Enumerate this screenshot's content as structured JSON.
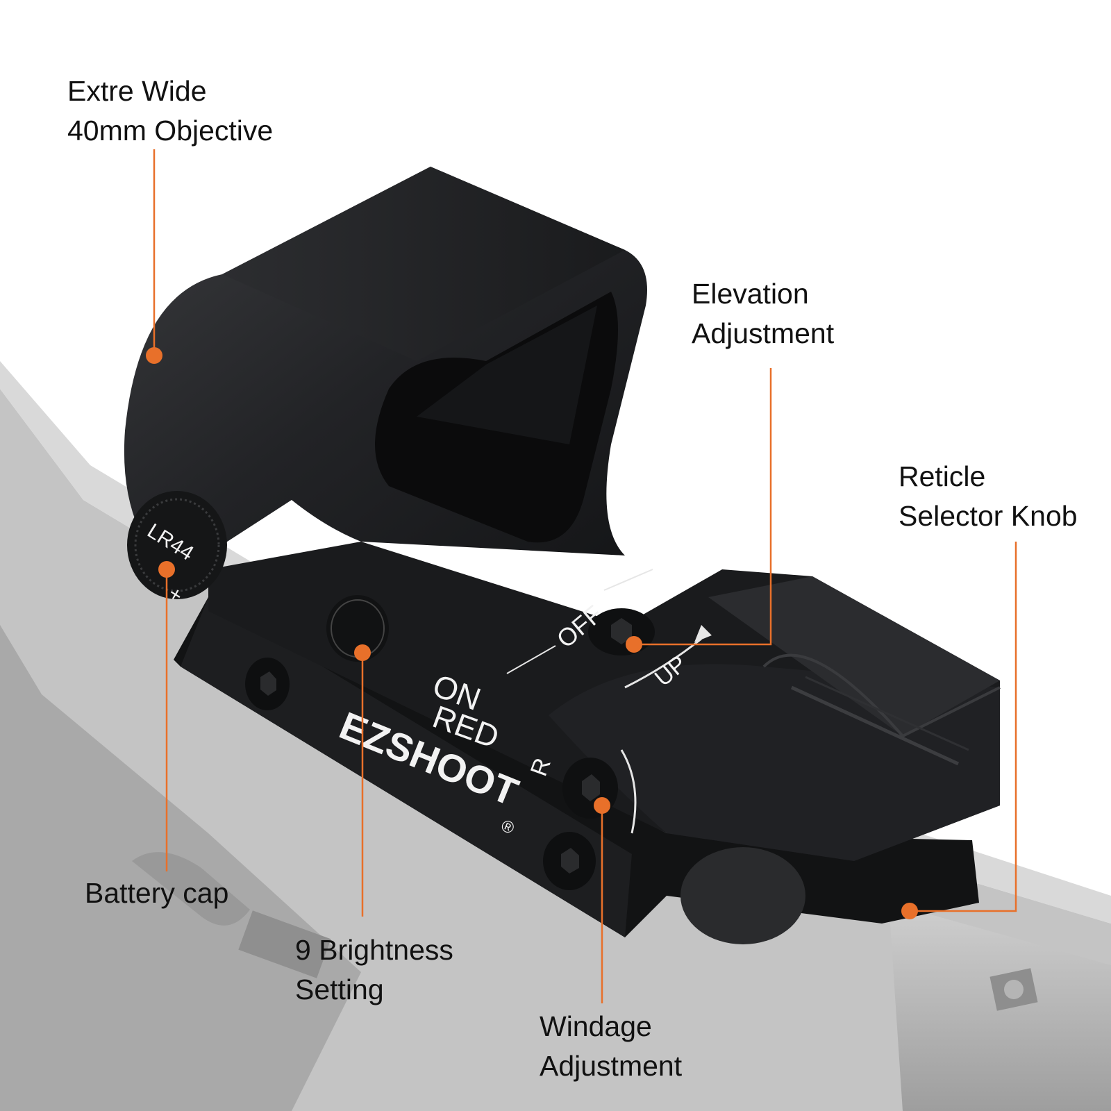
{
  "colors": {
    "accent": "#e8702a",
    "label_text": "#111111",
    "sight_body": "#1b1c1e",
    "rifle_gray": "#b8b8b8"
  },
  "callouts": {
    "objective": {
      "lines": [
        "Extre Wide",
        "40mm Objective"
      ]
    },
    "elevation": {
      "lines": [
        "Elevation",
        "Adjustment"
      ]
    },
    "reticle": {
      "lines": [
        "Reticle",
        "Selector Knob"
      ]
    },
    "battery": {
      "lines": [
        "Battery cap"
      ]
    },
    "brightness": {
      "lines": [
        "9 Brightness",
        "Setting"
      ]
    },
    "windage": {
      "lines": [
        "Windage",
        "Adjustment"
      ]
    }
  },
  "engravings": {
    "battery": "LR44",
    "plus": "+",
    "off": "OFF",
    "on": "ON",
    "red": "RED",
    "up": "UP",
    "r": "R",
    "brand": "EZSHOOT",
    "registered": "®"
  }
}
